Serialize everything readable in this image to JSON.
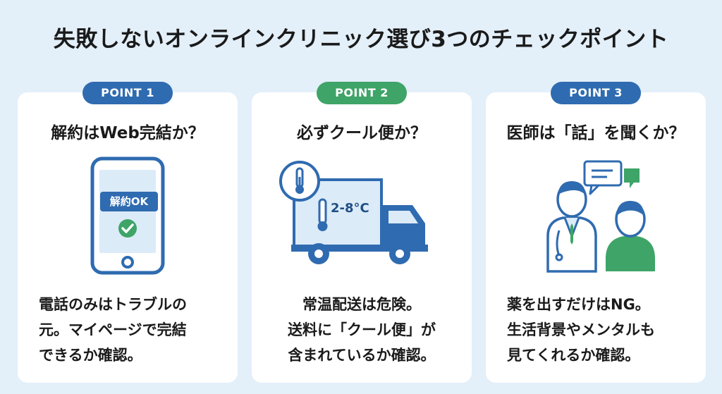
{
  "title": "失敗しないオンラインクリニック選び3つのチェックポイント",
  "cards": [
    {
      "badge": "POINT 1",
      "heading": "解約はWeb完結か？",
      "icon": "smartphone-check-icon",
      "phone_label": "解約OK",
      "desc": [
        "電話のみはトラブルの",
        "元。マイページで完結",
        "できるか確認。"
      ],
      "accent": "#2f6bb0"
    },
    {
      "badge": "POINT 2",
      "heading": "必ずクール便か？",
      "icon": "refrigerated-truck-icon",
      "temp_label": "2-8°C",
      "desc": [
        "常温配送は危険。",
        "送料に「クール便」が",
        "含まれているか確認。"
      ],
      "accent": "#3ea467"
    },
    {
      "badge": "POINT 3",
      "heading": "医師は「話」を聞くか？",
      "icon": "doctor-consultation-icon",
      "desc": [
        "薬を出すだけはNG。",
        "生活背景やメンタルも",
        "見てくれるか確認。"
      ],
      "accent": "#2f6bb0"
    }
  ]
}
